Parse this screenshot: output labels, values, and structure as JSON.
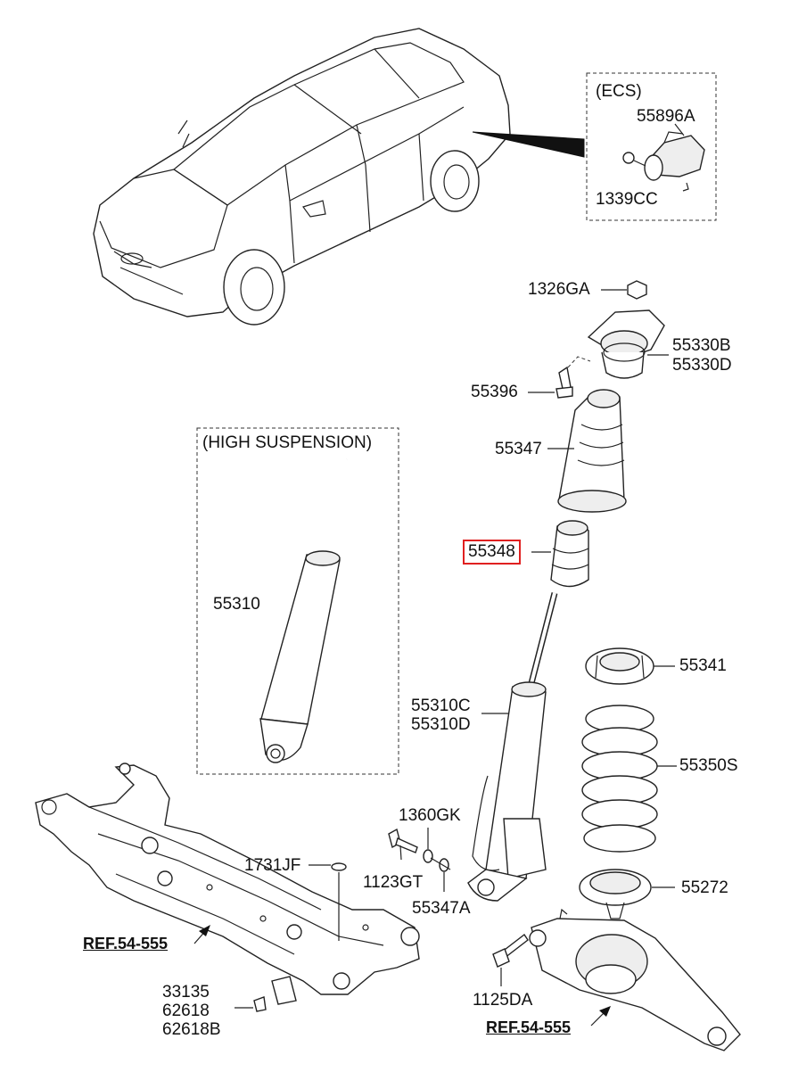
{
  "groups": {
    "ecs": "(ECS)",
    "high_suspension": "(HIGH SUSPENSION)"
  },
  "labels": {
    "p55896A": "55896A",
    "p1339CC": "1339CC",
    "p1326GA": "1326GA",
    "p55330B": "55330B",
    "p55330D": "55330D",
    "p55396": "55396",
    "p55347": "55347",
    "p55348": "55348",
    "p55310_hs": "55310",
    "p55341": "55341",
    "p55310C": "55310C",
    "p55310D": "55310D",
    "p55350S": "55350S",
    "p1360GK": "1360GK",
    "p1731JF": "1731JF",
    "p1123GT": "1123GT",
    "p55272": "55272",
    "p55347A": "55347A",
    "ref_left": "REF.54-555",
    "p33135": "33135",
    "p62618": "62618",
    "p62618B": "62618B",
    "p1125DA": "1125DA",
    "ref_right": "REF.54-555"
  },
  "highlight_color": "#e02020"
}
